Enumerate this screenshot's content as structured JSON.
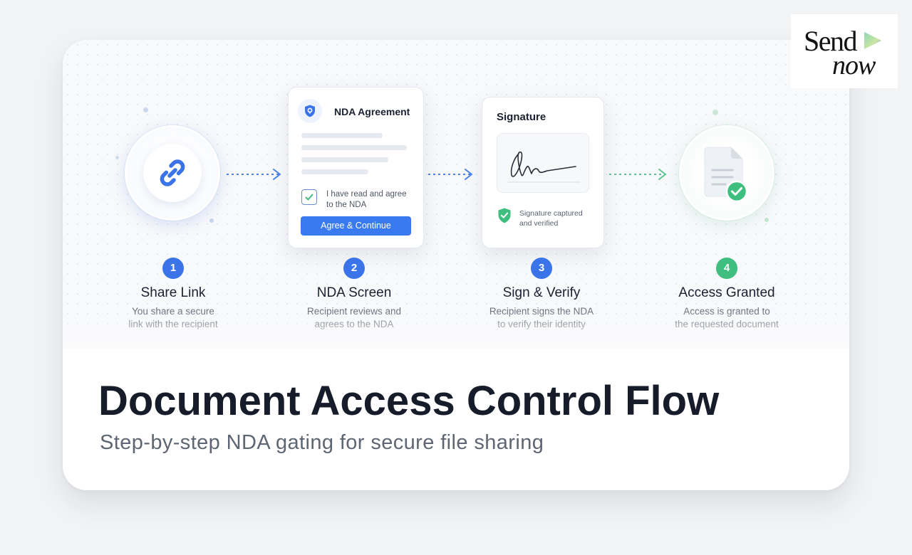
{
  "brand": {
    "word1": "Send",
    "word2": "now"
  },
  "ui": {
    "nda_card": {
      "title": "NDA Agreement",
      "checkbox_line1": "I have read and agree",
      "checkbox_line2": "to the NDA",
      "button": "Agree & Continue"
    },
    "signature_card": {
      "title": "Signature",
      "status_line1": "Signature captured",
      "status_line2": "and verified"
    }
  },
  "steps": [
    {
      "number": "1",
      "title": "Share Link",
      "desc_line1": "You share a secure",
      "desc_line2": "link with the recipient",
      "color": "#3a74e8",
      "icon": "link-icon"
    },
    {
      "number": "2",
      "title": "NDA Screen",
      "desc_line1": "Recipient reviews and",
      "desc_line2": "agrees to the NDA",
      "color": "#3a74e8",
      "icon": "shield-icon"
    },
    {
      "number": "3",
      "title": "Sign & Verify",
      "desc_line1": "Recipient signs the NDA",
      "desc_line2": "to verify their identity",
      "color": "#3a74e8",
      "icon": "signature-icon"
    },
    {
      "number": "4",
      "title": "Access Granted",
      "desc_line1": "Access is granted to",
      "desc_line2": "the requested document",
      "color": "#3fbf7f",
      "icon": "document-check-icon"
    }
  ],
  "heading": {
    "title": "Document Access Control Flow",
    "subtitle": "Step-by-step NDA gating for secure file sharing"
  },
  "colors": {
    "primary": "#3a7af0",
    "success": "#3fbf7f",
    "background": "#f2f3f5"
  }
}
